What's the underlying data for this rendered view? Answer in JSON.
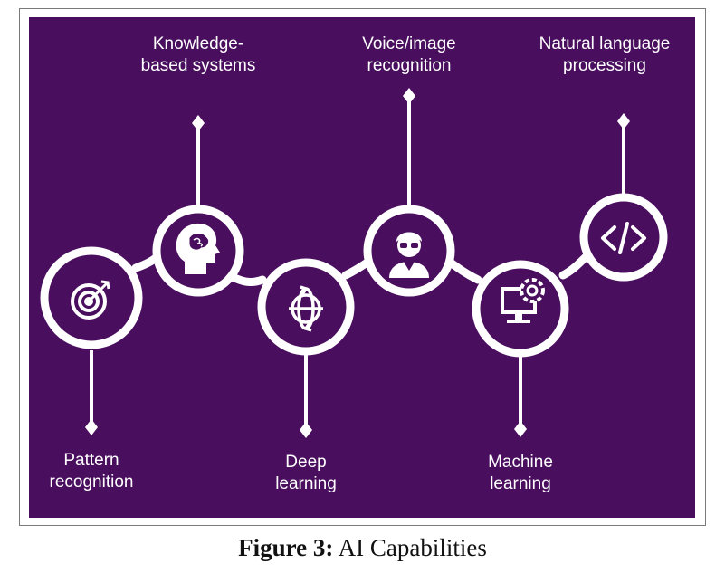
{
  "diagram": {
    "background_color": "#4a0e5e",
    "stroke_color": "#ffffff",
    "nodes": [
      {
        "id": "pattern",
        "icon": "target-icon",
        "label_line1": "Pattern",
        "label_line2": "recognition",
        "label_side": "below"
      },
      {
        "id": "knowledge",
        "icon": "brain-head-icon",
        "label_line1": "Knowledge-",
        "label_line2": "based systems",
        "label_side": "above"
      },
      {
        "id": "deep",
        "icon": "orbit-globe-icon",
        "label_line1": "Deep",
        "label_line2": "learning",
        "label_side": "below"
      },
      {
        "id": "voice",
        "icon": "person-glasses-icon",
        "label_line1": "Voice/image",
        "label_line2": "recognition",
        "label_side": "above"
      },
      {
        "id": "machine",
        "icon": "monitor-gear-icon",
        "label_line1": "Machine",
        "label_line2": "learning",
        "label_side": "below"
      },
      {
        "id": "nlp",
        "icon": "code-brackets-icon",
        "label_line1": "Natural language",
        "label_line2": "processing",
        "label_side": "above"
      }
    ]
  },
  "caption": {
    "prefix": "Figure 3:",
    "text": " AI Capabilities"
  }
}
